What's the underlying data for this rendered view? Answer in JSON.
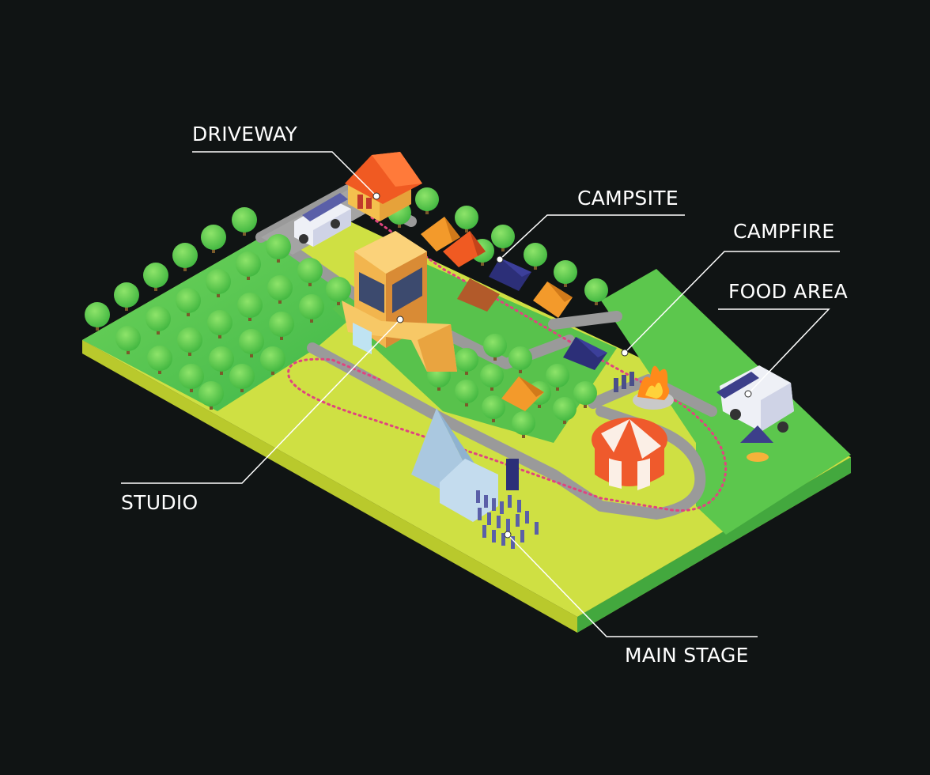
{
  "labels": {
    "driveway": "DRIVEWAY",
    "campsite": "CAMPSITE",
    "campfire": "CAMPFIRE",
    "food_area": "FOOD AREA",
    "studio": "STUDIO",
    "main_stage": "MAIN STAGE"
  },
  "colors": {
    "background": "#101414",
    "label_text": "#ffffff",
    "leader_line": "#ffffff",
    "lawn": "#cfe043",
    "lawn_edge": "#b7c72f",
    "grass": "#5bc64c",
    "grass_light": "#7fd85e",
    "road": "#9a9a9a",
    "route_dots": "#e0447f",
    "tree": "#4fc443",
    "building": "#f2b54e",
    "roof": "#f05a22",
    "tent_orange": "#f39a2b",
    "tent_navy": "#2c2f78",
    "circus_red": "#ef5a2c",
    "circus_white": "#fbefe6",
    "stage_glass": "#aac8e0",
    "truck": "#eef0f6",
    "fire": "#ff8a1a"
  }
}
